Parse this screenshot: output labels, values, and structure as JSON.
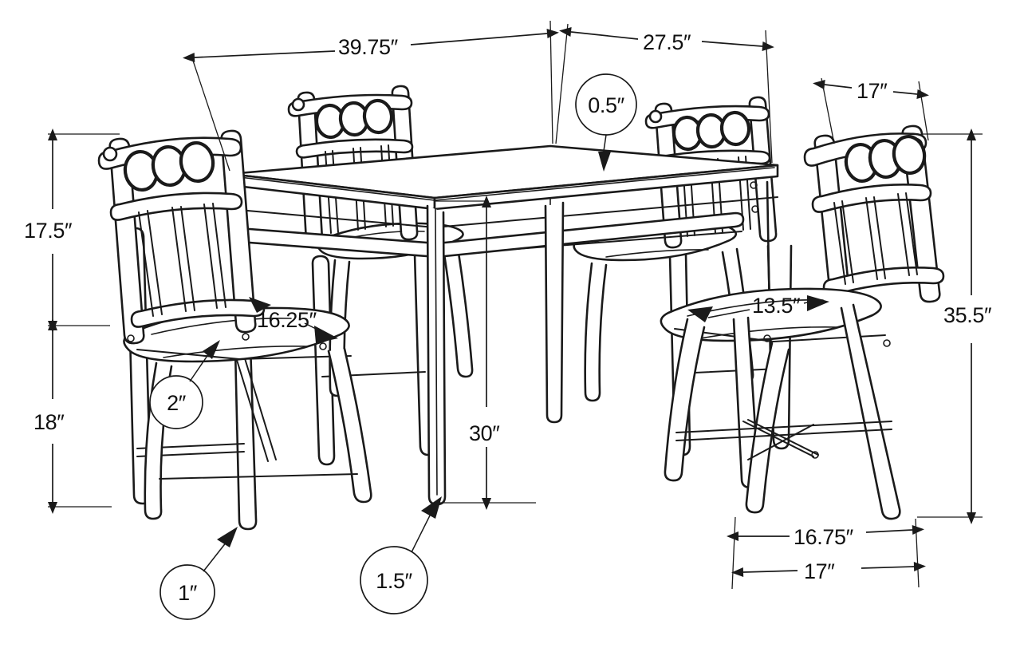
{
  "drawing": {
    "title": "Dining table and chair set dimensional drawing",
    "subject": "5-piece metal dining set: rectangular table with four side chairs",
    "unit_symbol": "″",
    "background_color": "#ffffff",
    "line_color": "#1a1a1a"
  },
  "dimensions": {
    "table_top_length": "39.75″",
    "table_top_width": "27.5″",
    "table_top_thickness": "0.5″",
    "table_height": "30″",
    "table_leg_thickness": "1.5″",
    "chair_total_height": "35.5″",
    "chair_back_height": "17.5″",
    "chair_seat_height": "18″",
    "chair_seat_depth": "16.25″",
    "chair_seat_width_front": "13.5″",
    "chair_back_width": "17″",
    "chair_frame_width": "16.75″",
    "chair_foot_span": "17″",
    "chair_seat_thickness": "2″",
    "chair_leg_thickness": "1″"
  },
  "callouts": [
    {
      "id": "thickness-half-inch",
      "label": "0.5″",
      "target": "table-top-edge"
    },
    {
      "id": "seat-thickness",
      "label": "2″",
      "target": "chair-seat-edge"
    },
    {
      "id": "chair-leg-thickness",
      "label": "1″",
      "target": "chair-leg"
    },
    {
      "id": "table-leg-thickness",
      "label": "1.5″",
      "target": "table-leg"
    }
  ],
  "linear_dimensions": [
    {
      "id": "dim-39-75",
      "label": "39.75″",
      "orientation": "horizontal",
      "position": "top-left",
      "measures": "table top long edge"
    },
    {
      "id": "dim-27-5",
      "label": "27.5″",
      "orientation": "horizontal",
      "position": "top-right",
      "measures": "table top short edge"
    },
    {
      "id": "dim-17-back",
      "label": "17″",
      "orientation": "horizontal",
      "position": "top-far-right",
      "measures": "chair back width"
    },
    {
      "id": "dim-17-5",
      "label": "17.5″",
      "orientation": "vertical",
      "position": "left",
      "measures": "chair back height above seat"
    },
    {
      "id": "dim-18",
      "label": "18″",
      "orientation": "vertical",
      "position": "left",
      "measures": "chair seat height from floor"
    },
    {
      "id": "dim-35-5",
      "label": "35.5″",
      "orientation": "vertical",
      "position": "right",
      "measures": "chair overall height"
    },
    {
      "id": "dim-30",
      "label": "30″",
      "orientation": "vertical",
      "position": "center",
      "measures": "table height from floor"
    },
    {
      "id": "dim-16-25",
      "label": "16.25″",
      "orientation": "diagonal",
      "position": "center-left",
      "measures": "chair seat depth"
    },
    {
      "id": "dim-13-5",
      "label": "13.5″",
      "orientation": "diagonal",
      "position": "center-right",
      "measures": "chair seat front width"
    },
    {
      "id": "dim-16-75",
      "label": "16.75″",
      "orientation": "horizontal",
      "position": "bottom-right",
      "measures": "chair frame width"
    },
    {
      "id": "dim-17-feet",
      "label": "17″",
      "orientation": "horizontal",
      "position": "bottom-right",
      "measures": "chair foot span"
    }
  ],
  "objects": {
    "table": {
      "name": "dining-table",
      "legs": 4,
      "top_shape": "rectangular"
    },
    "chairs": [
      {
        "name": "chair-left",
        "position": "left-foreground"
      },
      {
        "name": "chair-back-left",
        "position": "back-left"
      },
      {
        "name": "chair-back-right",
        "position": "back-right"
      },
      {
        "name": "chair-right",
        "position": "right-foreground"
      }
    ]
  }
}
